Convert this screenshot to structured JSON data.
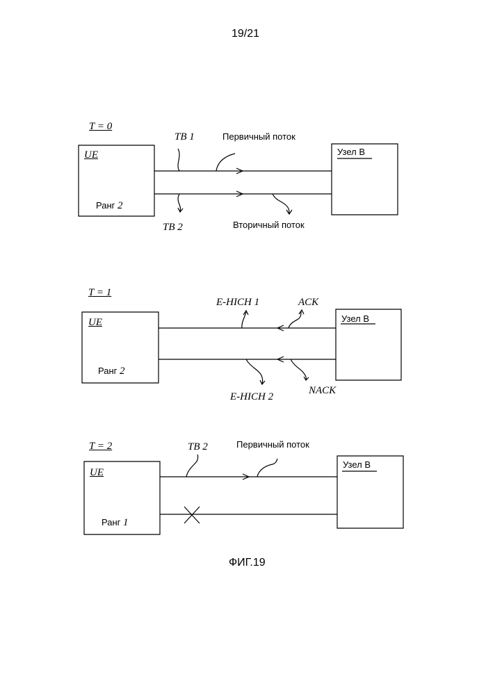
{
  "page_number": "19/21",
  "figure_caption": "ФИГ.19",
  "panel_t0": {
    "time_label": "T = 0",
    "ue_label": "UE",
    "rank_word": "Ранг",
    "rank_value": "2",
    "node_label": "Узел B",
    "tb1_label": "TB 1",
    "tb2_label": "TB 2",
    "primary_stream": "Первичный поток",
    "secondary_stream": "Вторичный поток"
  },
  "panel_t1": {
    "time_label": "T = 1",
    "ue_label": "UE",
    "rank_word": "Ранг",
    "rank_value": "2",
    "node_label": "Узел B",
    "ehich1_label": "E-HICH 1",
    "ehich2_label": "E-HICH 2",
    "ack_label": "ACK",
    "nack_label": "NACK"
  },
  "panel_t2": {
    "time_label": "T = 2",
    "ue_label": "UE",
    "rank_word": "Ранг",
    "rank_value": "1",
    "node_label": "Узел B",
    "tb2_label": "TB 2",
    "primary_stream": "Первичный поток"
  }
}
